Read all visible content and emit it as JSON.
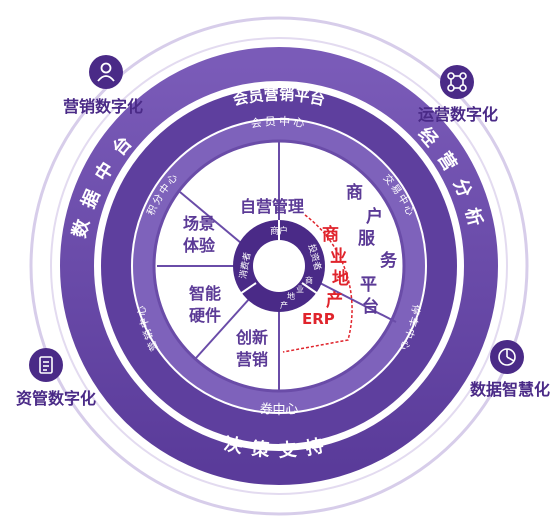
{
  "corner_labels": {
    "marketing": "营销数字化",
    "operations": "运营数字化",
    "assets": "资管数字化",
    "data_intelligence": "数据智慧化"
  },
  "outer_ring": {
    "left_text": "数据中台",
    "right_text": "经营分析",
    "bottom_text": "决策支持"
  },
  "middle_ring": {
    "top_text": "会员营销平台",
    "bottom_text": "券中心"
  },
  "thin_ring": {
    "top": "会员中心",
    "left_upper": "积分中心",
    "left_lower": "营销中心",
    "right_upper": "交易中心",
    "right_lower": "停车中心"
  },
  "segments": {
    "self_operated": "自营管理",
    "scene_line1": "场景",
    "scene_line2": "体验",
    "smart_line1": "智能",
    "smart_line2": "硬件",
    "innovative_line1": "创新",
    "innovative_line2": "营销",
    "merchant_service": [
      "商",
      "户",
      "服",
      "务",
      "平",
      "台"
    ],
    "commercial_erp": [
      "商",
      "业",
      "地",
      "产",
      "ERP"
    ]
  },
  "hub": {
    "merchant": "商户",
    "consumer": "消费者",
    "investor": "投资者",
    "commerce_land_estate": [
      "商",
      "业",
      "地",
      "产"
    ]
  },
  "colors": {
    "deep_purple": "#4a2a87",
    "mid_purple": "#6a4ca8",
    "light_purple": "#8d74c4",
    "accent_red": "#e0242c"
  }
}
